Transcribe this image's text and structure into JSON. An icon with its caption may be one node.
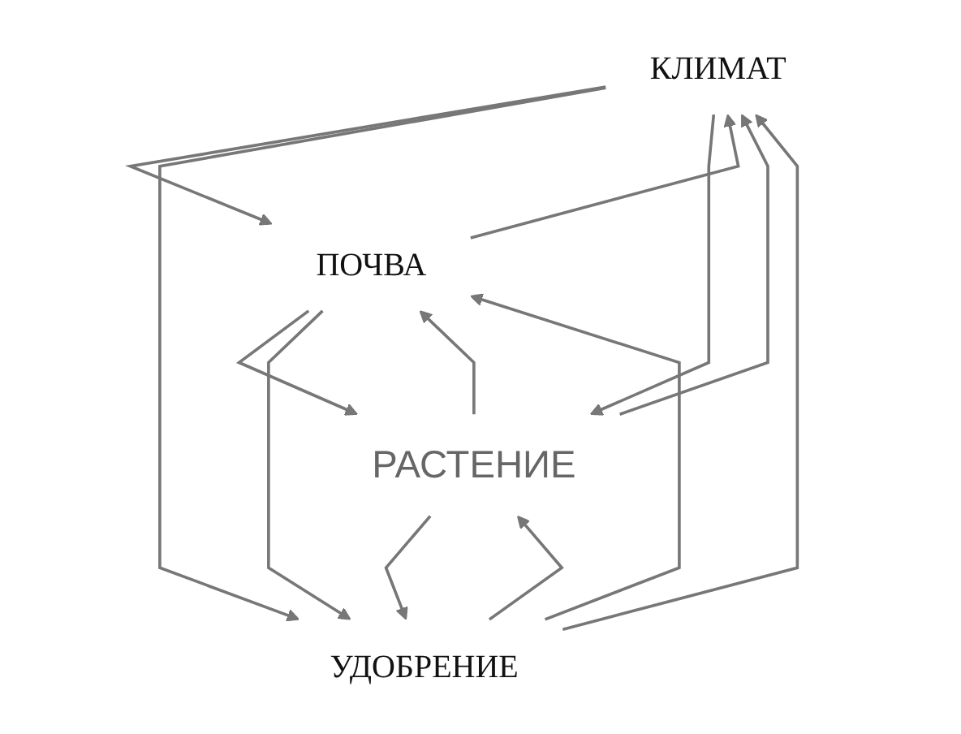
{
  "diagram": {
    "nodes": [
      {
        "text": [
          "КЛИМАТ"
        ]
      },
      {
        "text": [
          "РАСТЕНИЕ"
        ]
      },
      {
        "text": [
          "ПОЧВА"
        ]
      },
      {
        "text": [
          "УДОБРЕНИЕ"
        ]
      }
    ],
    "edges": [
      {
        "from": 2,
        "to": 0,
        "arrow": "to"
      },
      {
        "from": 0,
        "to": 2,
        "arrow": "to"
      },
      {
        "from": 0,
        "to": 3,
        "arrow": "to"
      },
      {
        "from": 3,
        "to": 0,
        "arrow": "to"
      },
      {
        "from": 1,
        "to": 0,
        "arrow": "to"
      },
      {
        "from": 0,
        "to": 1,
        "arrow": "to"
      },
      {
        "from": 1,
        "to": 2,
        "arrow": "to"
      },
      {
        "from": 2,
        "to": 1,
        "arrow": "to"
      },
      {
        "from": 1,
        "to": 3,
        "arrow": "to"
      },
      {
        "from": 3,
        "to": 1,
        "arrow": "to"
      },
      {
        "from": 3,
        "to": 2,
        "arrow": "to"
      },
      {
        "from": 2,
        "to": 3,
        "arrow": "to"
      }
    ]
  }
}
